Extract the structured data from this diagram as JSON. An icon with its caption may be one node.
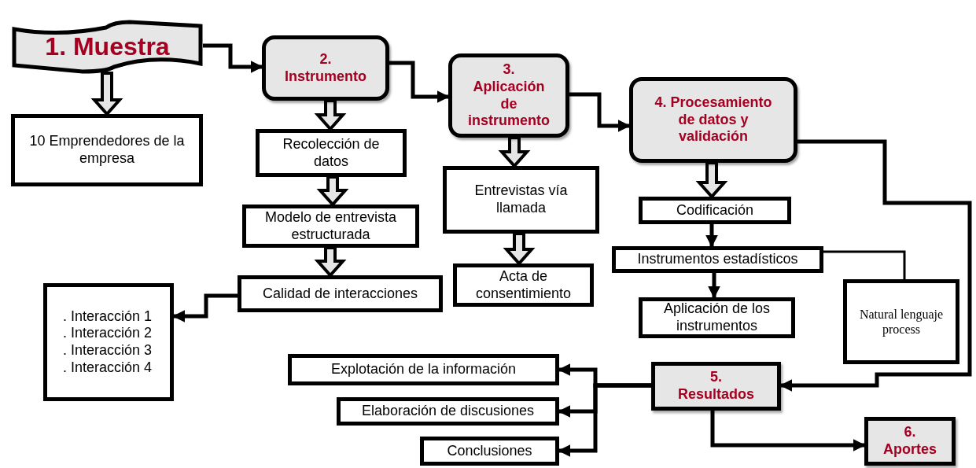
{
  "diagram": {
    "nodes": [
      {
        "text": [
          "1. Muestra"
        ]
      },
      {
        "text": [
          "10 Emprendedores de la empresa"
        ]
      },
      {
        "text": [
          "2. Instrumento"
        ]
      },
      {
        "text": [
          "Recolección de datos"
        ]
      },
      {
        "text": [
          "Modelo de entrevista estructurada"
        ]
      },
      {
        "text": [
          "Calidad de interacciones"
        ]
      },
      {
        "text": [
          ". Interacción 1",
          ". Interacción 2",
          ". Interacción 3",
          ". Interacción 4"
        ]
      },
      {
        "text": [
          "3. Aplicación de instrumento"
        ]
      },
      {
        "text": [
          "Entrevistas vía llamada"
        ]
      },
      {
        "text": [
          "Acta de consentimiento"
        ]
      },
      {
        "text": [
          "4. Procesamiento de datos y validación"
        ]
      },
      {
        "text": [
          "Codificación"
        ]
      },
      {
        "text": [
          "Instrumentos estadísticos"
        ]
      },
      {
        "text": [
          "Aplicación de los instrumentos"
        ]
      },
      {
        "text": [
          "Natural lenguaje process"
        ]
      },
      {
        "text": [
          "Explotación de la información"
        ]
      },
      {
        "text": [
          "Elaboración de discusiones"
        ]
      },
      {
        "text": [
          "Conclusiones"
        ]
      },
      {
        "text": [
          "5. Resultados"
        ]
      },
      {
        "text": [
          "6. Aportes"
        ]
      }
    ],
    "edges": [
      {
        "from": 0,
        "to": 2,
        "arrow": "to"
      },
      {
        "from": 0,
        "to": 1,
        "arrow": "to",
        "style": "thick"
      },
      {
        "from": 2,
        "to": 3,
        "arrow": "to",
        "style": "thick"
      },
      {
        "from": 3,
        "to": 4,
        "arrow": "to",
        "style": "thick"
      },
      {
        "from": 4,
        "to": 5,
        "arrow": "to",
        "style": "thick"
      },
      {
        "from": 5,
        "to": 6,
        "arrow": "to"
      },
      {
        "from": 2,
        "to": 7,
        "arrow": "to"
      },
      {
        "from": 7,
        "to": 8,
        "arrow": "to",
        "style": "thick"
      },
      {
        "from": 8,
        "to": 9,
        "arrow": "to",
        "style": "thick"
      },
      {
        "from": 7,
        "to": 10,
        "arrow": "to"
      },
      {
        "from": 10,
        "to": 11,
        "arrow": "to",
        "style": "thick"
      },
      {
        "from": 11,
        "to": 12,
        "arrow": "to"
      },
      {
        "from": 12,
        "to": 13,
        "arrow": "to"
      },
      {
        "from": 12,
        "to": 14,
        "arrow": "none"
      },
      {
        "from": 10,
        "to": 18,
        "arrow": "to"
      },
      {
        "from": 18,
        "to": 15,
        "arrow": "to"
      },
      {
        "from": 18,
        "to": 16,
        "arrow": "to"
      },
      {
        "from": 18,
        "to": 17,
        "arrow": "to"
      },
      {
        "from": 18,
        "to": 19,
        "arrow": "to"
      }
    ]
  }
}
